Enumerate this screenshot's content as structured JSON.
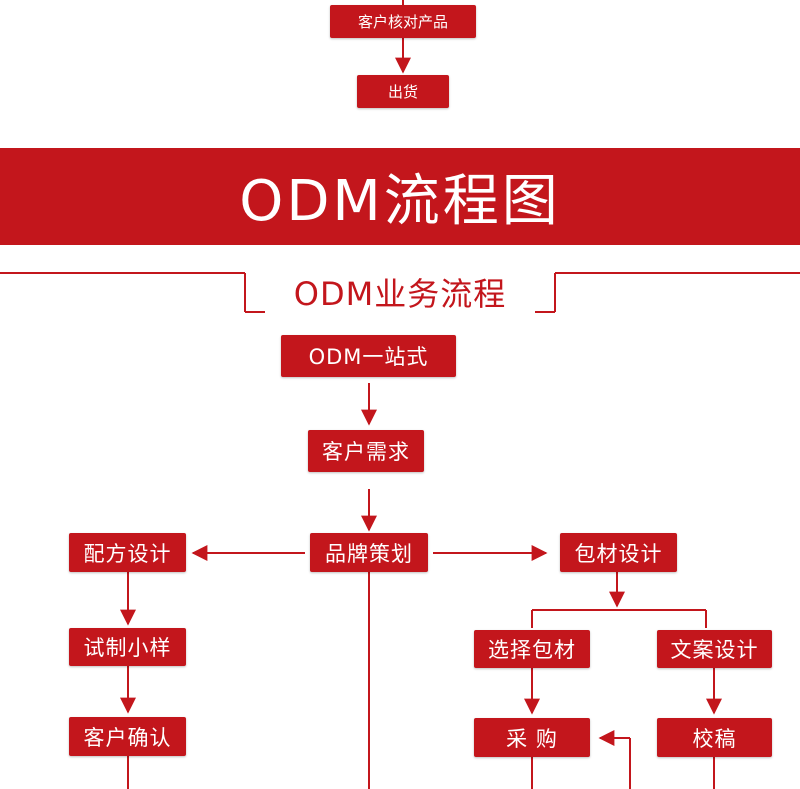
{
  "top_flow": {
    "customer_check_product": "客户核对产品",
    "shipment": "出货"
  },
  "banner": {
    "title": "ODM流程图"
  },
  "section": {
    "title": "ODM业务流程"
  },
  "nodes": {
    "odm_one_stop": "ODM一站式",
    "customer_demand": "客户需求",
    "brand_planning": "品牌策划",
    "formula_design": "配方设计",
    "packaging_design": "包材设计",
    "trial_sample": "试制小样",
    "customer_confirm": "客户确认",
    "select_packaging": "选择包材",
    "copy_design": "文案设计",
    "procurement": "采 购",
    "proofreading": "校稿"
  },
  "colors": {
    "accent": "#c3161c"
  }
}
